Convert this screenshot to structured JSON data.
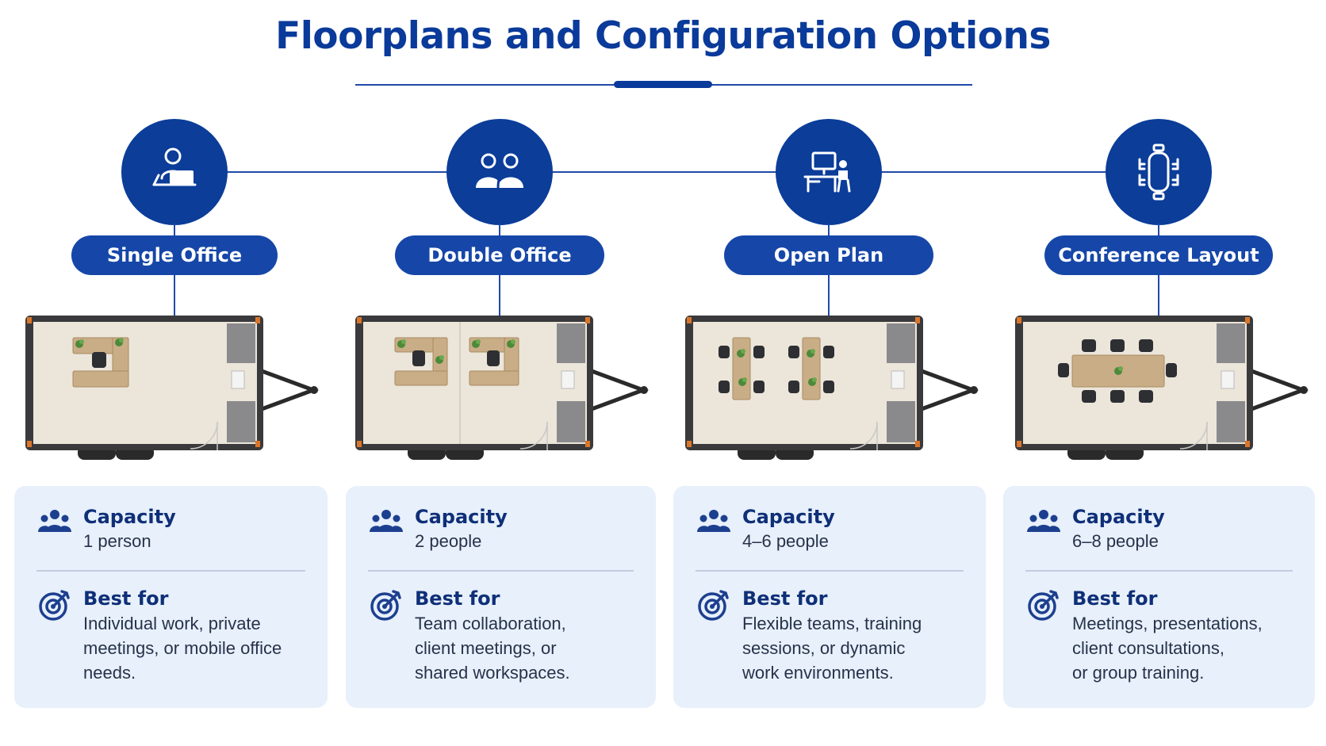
{
  "title": "Floorplans and Configuration Options",
  "colors": {
    "primary": "#0b3d99",
    "pill": "#1647a8",
    "card": "#e7f0fb",
    "heading": "#0f2f78"
  },
  "options": [
    {
      "label": "Single Office",
      "icon": "single-person-laptop-icon",
      "layout": "single",
      "capacity_label": "Capacity",
      "capacity": "1 person",
      "best_label": "Best for",
      "best_lines": [
        "Individual work, private",
        "meetings, or mobile office",
        "needs."
      ]
    },
    {
      "label": "Double Office",
      "icon": "two-people-icon",
      "layout": "double",
      "capacity_label": "Capacity",
      "capacity": "2 people",
      "best_label": "Best for",
      "best_lines": [
        "Team collaboration,",
        "client meetings, or",
        "shared workspaces."
      ]
    },
    {
      "label": "Open Plan",
      "icon": "desk-workstation-icon",
      "layout": "open",
      "capacity_label": "Capacity",
      "capacity": "4–6 people",
      "best_label": "Best for",
      "best_lines": [
        "Flexible teams, training",
        "sessions, or dynamic",
        "work environments."
      ]
    },
    {
      "label": "Conference Layout",
      "icon": "conference-table-icon",
      "layout": "conference",
      "capacity_label": "Capacity",
      "capacity": "6–8 people",
      "best_label": "Best for",
      "best_lines": [
        "Meetings, presentations,",
        "client consultations,",
        "or group training."
      ]
    }
  ]
}
